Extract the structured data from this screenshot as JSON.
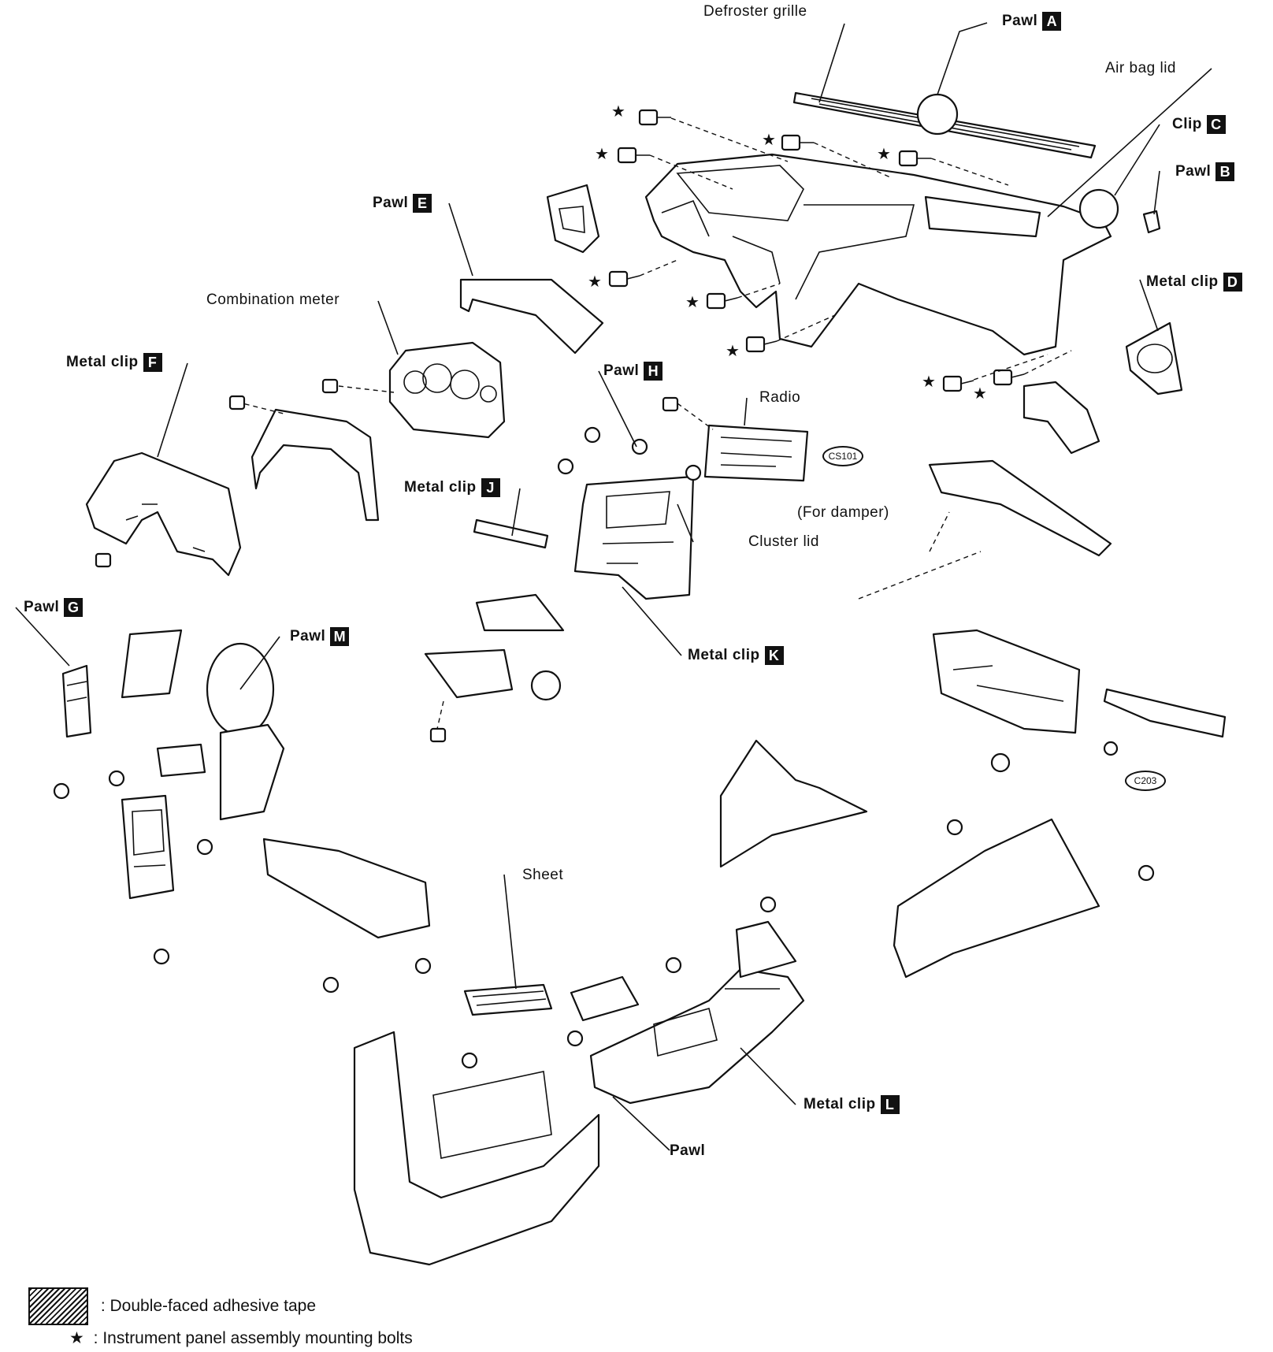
{
  "labels": {
    "defroster_grille": "Defroster grille",
    "pawl_a": "Pawl",
    "air_bag_lid": "Air bag lid",
    "clip_c": "Clip",
    "pawl_b": "Pawl",
    "metal_clip_d": "Metal clip",
    "pawl_e": "Pawl",
    "combination_meter": "Combination meter",
    "metal_clip_f": "Metal clip",
    "pawl_h": "Pawl",
    "radio": "Radio",
    "metal_clip_j": "Metal clip",
    "cluster_lid": "Cluster lid",
    "for_damper": "(For damper)",
    "pawl_g": "Pawl",
    "pawl_m": "Pawl",
    "metal_clip_k": "Metal clip",
    "sheet": "Sheet",
    "metal_clip_l": "Metal clip",
    "pawl": "Pawl"
  },
  "badges": {
    "a": "A",
    "b": "B",
    "c": "C",
    "d": "D",
    "e": "E",
    "f": "F",
    "g": "G",
    "h": "H",
    "j": "J",
    "k": "K",
    "l": "L",
    "m": "M"
  },
  "connectors": {
    "cs101": "CS101",
    "c203": "C203"
  },
  "star_symbol": "★",
  "legend": {
    "tape_text": ": Double-faced adhesive tape",
    "bolt_symbol": "★",
    "bolt_text": ": Instrument panel assembly mounting bolts"
  }
}
